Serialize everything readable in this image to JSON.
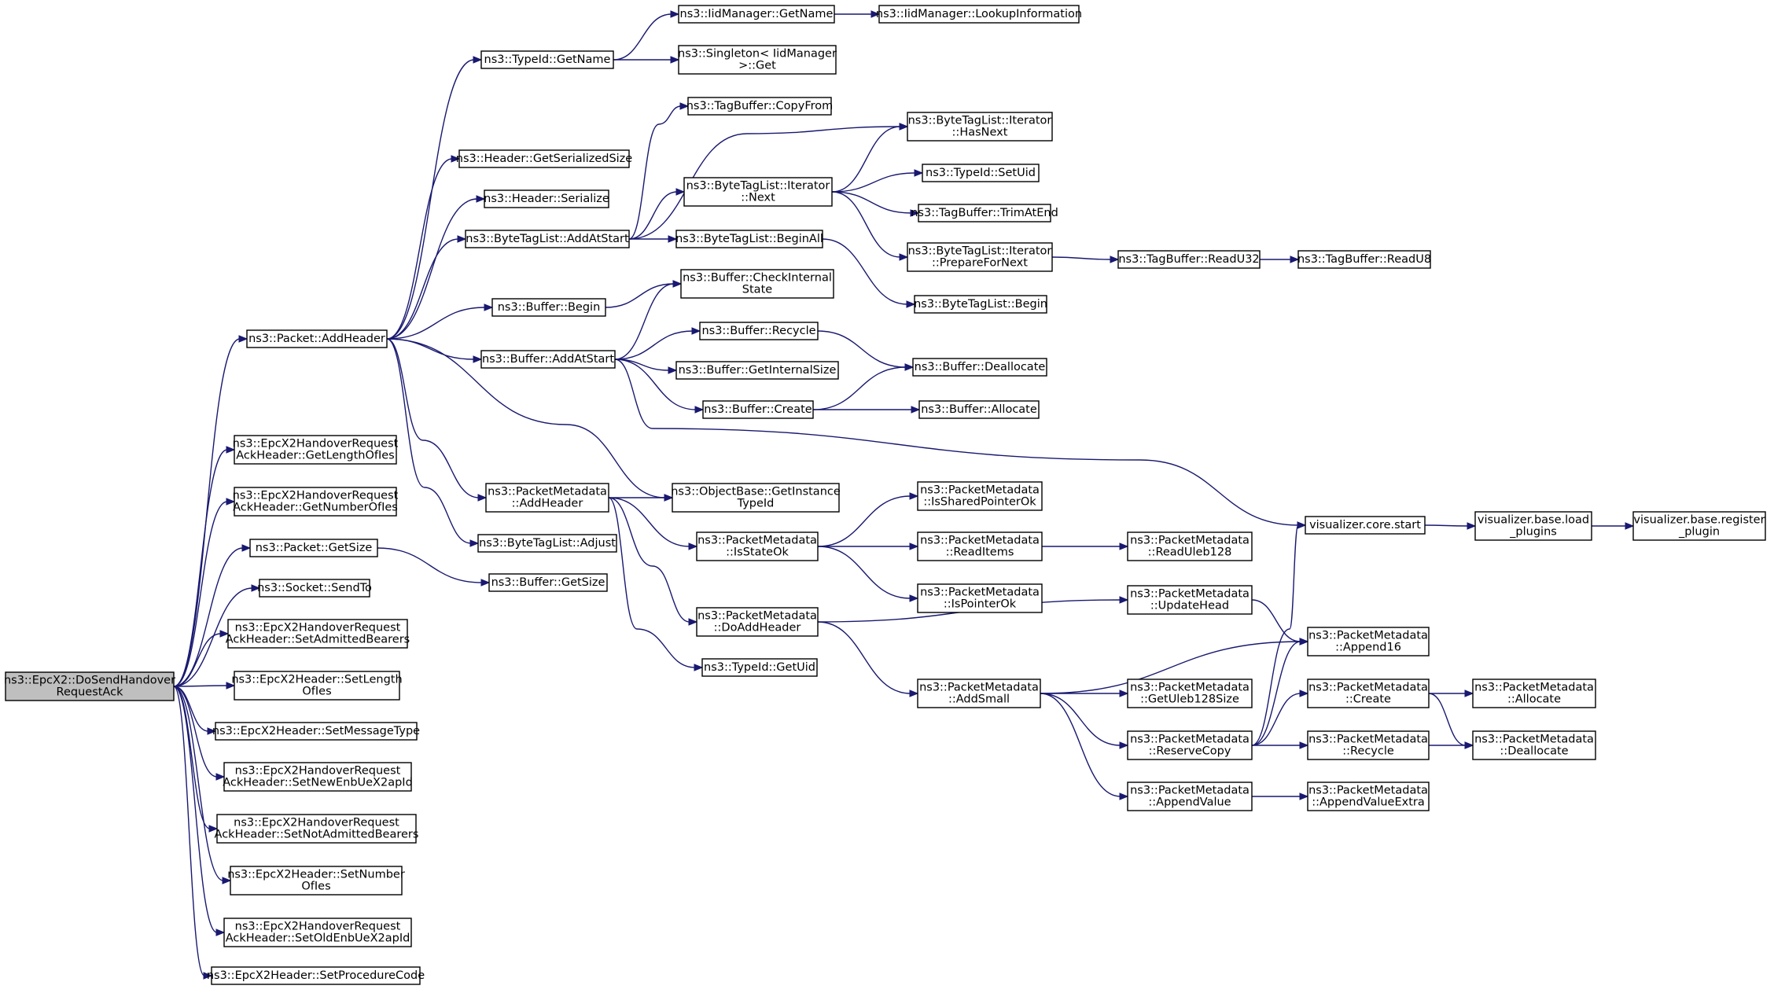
{
  "graph": {
    "root": "n0",
    "nodes": [
      {
        "id": "n0",
        "lines": [
          "ns3::EpcX2::DoSendHandover",
          "RequestAck"
        ]
      },
      {
        "id": "n1",
        "lines": [
          "ns3::Packet::AddHeader"
        ]
      },
      {
        "id": "n2",
        "lines": [
          "ns3::EpcX2HandoverRequest",
          "AckHeader::GetLengthOfIes"
        ]
      },
      {
        "id": "n3",
        "lines": [
          "ns3::EpcX2HandoverRequest",
          "AckHeader::GetNumberOfIes"
        ]
      },
      {
        "id": "n4",
        "lines": [
          "ns3::Packet::GetSize"
        ]
      },
      {
        "id": "n5",
        "lines": [
          "ns3::Socket::SendTo"
        ]
      },
      {
        "id": "n6",
        "lines": [
          "ns3::EpcX2HandoverRequest",
          "AckHeader::SetAdmittedBearers"
        ]
      },
      {
        "id": "n7",
        "lines": [
          "ns3::EpcX2Header::SetLength",
          "OfIes"
        ]
      },
      {
        "id": "n8",
        "lines": [
          "ns3::EpcX2Header::SetMessageType"
        ]
      },
      {
        "id": "n9",
        "lines": [
          "ns3::EpcX2HandoverRequest",
          "AckHeader::SetNewEnbUeX2apId"
        ]
      },
      {
        "id": "n10",
        "lines": [
          "ns3::EpcX2HandoverRequest",
          "AckHeader::SetNotAdmittedBearers"
        ]
      },
      {
        "id": "n11",
        "lines": [
          "ns3::EpcX2Header::SetNumber",
          "OfIes"
        ]
      },
      {
        "id": "n12",
        "lines": [
          "ns3::EpcX2HandoverRequest",
          "AckHeader::SetOldEnbUeX2apId"
        ]
      },
      {
        "id": "n13",
        "lines": [
          "ns3::EpcX2Header::SetProcedureCode"
        ]
      },
      {
        "id": "n14",
        "lines": [
          "ns3::TypeId::GetName"
        ]
      },
      {
        "id": "n15",
        "lines": [
          "ns3::Header::GetSerializedSize"
        ]
      },
      {
        "id": "n16",
        "lines": [
          "ns3::Header::Serialize"
        ]
      },
      {
        "id": "n17",
        "lines": [
          "ns3::ByteTagList::AddAtStart"
        ]
      },
      {
        "id": "n18",
        "lines": [
          "ns3::Buffer::Begin"
        ]
      },
      {
        "id": "n19",
        "lines": [
          "ns3::Buffer::AddAtStart"
        ]
      },
      {
        "id": "n20",
        "lines": [
          "ns3::PacketMetadata",
          "::AddHeader"
        ]
      },
      {
        "id": "n21",
        "lines": [
          "ns3::ByteTagList::Adjust"
        ]
      },
      {
        "id": "n22",
        "lines": [
          "ns3::Buffer::GetSize"
        ]
      },
      {
        "id": "n23",
        "lines": [
          "ns3::IidManager::GetName"
        ]
      },
      {
        "id": "n24",
        "lines": [
          "ns3::Singleton< IidManager",
          ">::Get"
        ]
      },
      {
        "id": "n25",
        "lines": [
          "ns3::TagBuffer::CopyFrom"
        ]
      },
      {
        "id": "n26",
        "lines": [
          "ns3::ByteTagList::Iterator",
          "::Next"
        ]
      },
      {
        "id": "n27",
        "lines": [
          "ns3::ByteTagList::BeginAll"
        ]
      },
      {
        "id": "n28",
        "lines": [
          "ns3::Buffer::CheckInternal",
          "State"
        ]
      },
      {
        "id": "n29",
        "lines": [
          "ns3::Buffer::Recycle"
        ]
      },
      {
        "id": "n30",
        "lines": [
          "ns3::Buffer::GetInternalSize"
        ]
      },
      {
        "id": "n31",
        "lines": [
          "ns3::Buffer::Create"
        ]
      },
      {
        "id": "n32",
        "lines": [
          "ns3::ObjectBase::GetInstance",
          "TypeId"
        ]
      },
      {
        "id": "n33",
        "lines": [
          "ns3::PacketMetadata",
          "::IsStateOk"
        ]
      },
      {
        "id": "n34",
        "lines": [
          "ns3::PacketMetadata",
          "::DoAddHeader"
        ]
      },
      {
        "id": "n35",
        "lines": [
          "ns3::TypeId::GetUid"
        ]
      },
      {
        "id": "n36",
        "lines": [
          "ns3::IidManager::LookupInformation"
        ]
      },
      {
        "id": "n37",
        "lines": [
          "ns3::ByteTagList::Iterator",
          "::HasNext"
        ]
      },
      {
        "id": "n38",
        "lines": [
          "ns3::TypeId::SetUid"
        ]
      },
      {
        "id": "n39",
        "lines": [
          "ns3::TagBuffer::TrimAtEnd"
        ]
      },
      {
        "id": "n40",
        "lines": [
          "ns3::ByteTagList::Iterator",
          "::PrepareForNext"
        ]
      },
      {
        "id": "n41",
        "lines": [
          "ns3::ByteTagList::Begin"
        ]
      },
      {
        "id": "n42",
        "lines": [
          "ns3::Buffer::Deallocate"
        ]
      },
      {
        "id": "n43",
        "lines": [
          "ns3::Buffer::Allocate"
        ]
      },
      {
        "id": "n44",
        "lines": [
          "ns3::PacketMetadata",
          "::IsSharedPointerOk"
        ]
      },
      {
        "id": "n45",
        "lines": [
          "ns3::PacketMetadata",
          "::ReadItems"
        ]
      },
      {
        "id": "n46",
        "lines": [
          "ns3::PacketMetadata",
          "::IsPointerOk"
        ]
      },
      {
        "id": "n47",
        "lines": [
          "ns3::PacketMetadata",
          "::AddSmall"
        ]
      },
      {
        "id": "n48",
        "lines": [
          "ns3::TagBuffer::ReadU32"
        ]
      },
      {
        "id": "n49",
        "lines": [
          "ns3::TagBuffer::ReadU8"
        ]
      },
      {
        "id": "n50",
        "lines": [
          "visualizer.core.start"
        ]
      },
      {
        "id": "n51",
        "lines": [
          "ns3::PacketMetadata",
          "::ReadUleb128"
        ]
      },
      {
        "id": "n52",
        "lines": [
          "ns3::PacketMetadata",
          "::UpdateHead"
        ]
      },
      {
        "id": "n53",
        "lines": [
          "ns3::PacketMetadata",
          "::GetUleb128Size"
        ]
      },
      {
        "id": "n54",
        "lines": [
          "ns3::PacketMetadata",
          "::ReserveCopy"
        ]
      },
      {
        "id": "n55",
        "lines": [
          "ns3::PacketMetadata",
          "::AppendValue"
        ]
      },
      {
        "id": "n56",
        "lines": [
          "visualizer.base.load",
          "_plugins"
        ]
      },
      {
        "id": "n57",
        "lines": [
          "ns3::PacketMetadata",
          "::Append16"
        ]
      },
      {
        "id": "n58",
        "lines": [
          "ns3::PacketMetadata",
          "::Create"
        ]
      },
      {
        "id": "n59",
        "lines": [
          "ns3::PacketMetadata",
          "::Recycle"
        ]
      },
      {
        "id": "n60",
        "lines": [
          "ns3::PacketMetadata",
          "::AppendValueExtra"
        ]
      },
      {
        "id": "n61",
        "lines": [
          "visualizer.base.register",
          "_plugin"
        ]
      },
      {
        "id": "n62",
        "lines": [
          "ns3::PacketMetadata",
          "::Allocate"
        ]
      },
      {
        "id": "n63",
        "lines": [
          "ns3::PacketMetadata",
          "::Deallocate"
        ]
      }
    ],
    "edges": [
      [
        "n0",
        "n1"
      ],
      [
        "n0",
        "n2"
      ],
      [
        "n0",
        "n3"
      ],
      [
        "n0",
        "n4"
      ],
      [
        "n0",
        "n5"
      ],
      [
        "n0",
        "n6"
      ],
      [
        "n0",
        "n7"
      ],
      [
        "n0",
        "n8"
      ],
      [
        "n0",
        "n9"
      ],
      [
        "n0",
        "n10"
      ],
      [
        "n0",
        "n11"
      ],
      [
        "n0",
        "n12"
      ],
      [
        "n0",
        "n13"
      ],
      [
        "n1",
        "n14"
      ],
      [
        "n1",
        "n15"
      ],
      [
        "n1",
        "n16"
      ],
      [
        "n1",
        "n17"
      ],
      [
        "n1",
        "n18"
      ],
      [
        "n1",
        "n19"
      ],
      [
        "n1",
        "n20"
      ],
      [
        "n1",
        "n21"
      ],
      [
        "n1",
        "n32"
      ],
      [
        "n4",
        "n22"
      ],
      [
        "n14",
        "n23"
      ],
      [
        "n14",
        "n24"
      ],
      [
        "n23",
        "n36"
      ],
      [
        "n17",
        "n25"
      ],
      [
        "n17",
        "n26"
      ],
      [
        "n17",
        "n27"
      ],
      [
        "n17",
        "n37"
      ],
      [
        "n26",
        "n37"
      ],
      [
        "n26",
        "n38"
      ],
      [
        "n26",
        "n39"
      ],
      [
        "n26",
        "n40"
      ],
      [
        "n27",
        "n41"
      ],
      [
        "n40",
        "n48"
      ],
      [
        "n48",
        "n49"
      ],
      [
        "n18",
        "n28"
      ],
      [
        "n19",
        "n28"
      ],
      [
        "n19",
        "n29"
      ],
      [
        "n19",
        "n30"
      ],
      [
        "n19",
        "n31"
      ],
      [
        "n19",
        "n50"
      ],
      [
        "n29",
        "n42"
      ],
      [
        "n31",
        "n42"
      ],
      [
        "n31",
        "n43"
      ],
      [
        "n20",
        "n32"
      ],
      [
        "n20",
        "n33"
      ],
      [
        "n20",
        "n34"
      ],
      [
        "n20",
        "n35"
      ],
      [
        "n33",
        "n44"
      ],
      [
        "n33",
        "n45"
      ],
      [
        "n33",
        "n46"
      ],
      [
        "n45",
        "n51"
      ],
      [
        "n34",
        "n52"
      ],
      [
        "n34",
        "n47"
      ],
      [
        "n47",
        "n57"
      ],
      [
        "n47",
        "n53"
      ],
      [
        "n47",
        "n54"
      ],
      [
        "n47",
        "n55"
      ],
      [
        "n52",
        "n57"
      ],
      [
        "n54",
        "n50"
      ],
      [
        "n54",
        "n57"
      ],
      [
        "n54",
        "n58"
      ],
      [
        "n54",
        "n59"
      ],
      [
        "n55",
        "n60"
      ],
      [
        "n50",
        "n56"
      ],
      [
        "n56",
        "n61"
      ],
      [
        "n58",
        "n62"
      ],
      [
        "n58",
        "n63"
      ],
      [
        "n59",
        "n63"
      ]
    ]
  }
}
